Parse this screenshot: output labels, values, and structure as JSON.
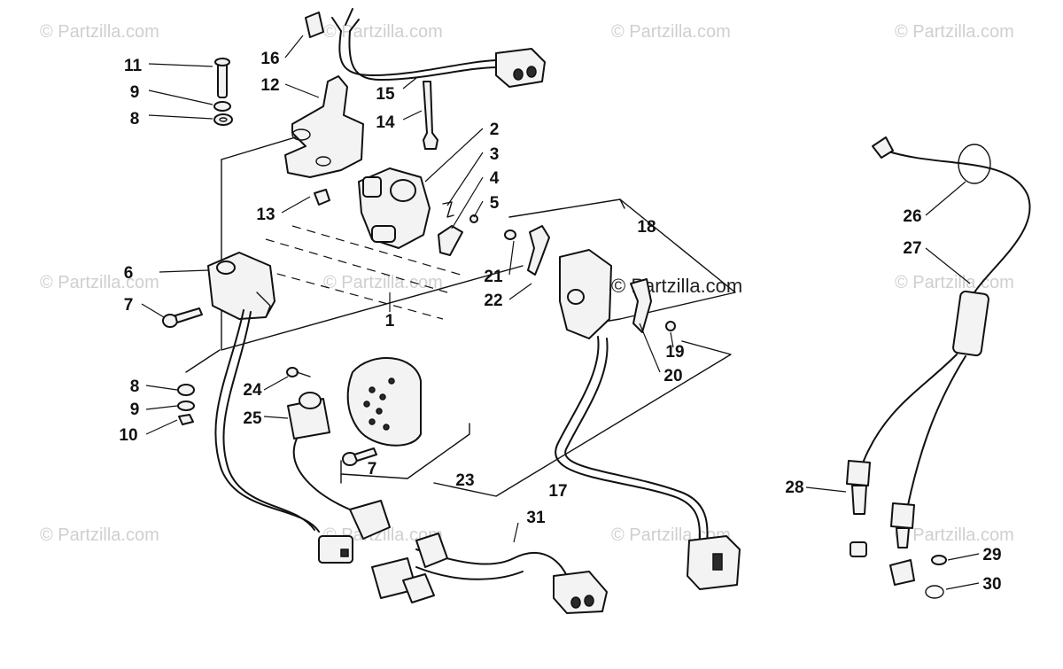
{
  "watermarks": {
    "corner": "© Partzilla.com",
    "center": "© Partzilla.com"
  },
  "callouts": [
    "1",
    "2",
    "3",
    "4",
    "5",
    "6",
    "7",
    "8",
    "9",
    "10",
    "11",
    "12",
    "13",
    "14",
    "15",
    "16",
    "17",
    "18",
    "19",
    "20",
    "21",
    "22",
    "23",
    "24",
    "25",
    "26",
    "27",
    "28",
    "29",
    "30",
    "31"
  ],
  "colors": {
    "ink": "#111111",
    "watermark": "#cfcfcf",
    "part_fill": "#f3f3f3"
  }
}
